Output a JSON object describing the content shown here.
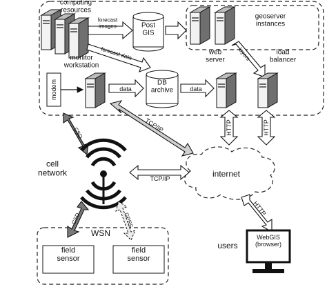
{
  "nodes": {
    "computing_resources": "computing\nresources",
    "post_gis": "Post\nGIS",
    "geoserver_instances": "geoserver\ninstances",
    "monitor_workstation": "monitor\nworkstation",
    "modem": "modem",
    "db_archive": "DB\narchive",
    "web_server": "web\nserver",
    "load_balancer": "load\nbalancer",
    "cell_network": "cell\nnetwork",
    "internet": "internet",
    "wsn": "WSN",
    "field_sensor_1": "field\nsensor",
    "field_sensor_2": "field\nsensor",
    "users": "users",
    "webgis": "WebGIS\n(browser)"
  },
  "edges": {
    "forecast_images": "forecast\nimages",
    "forecast_data": "forecast data",
    "data_1": "data",
    "data_2": "data",
    "layers": "layers",
    "http_1": "HTTP",
    "http_2": "HTTP",
    "http_3": "HTTP",
    "tcpip_1": "TCP/IP",
    "tcpip_2": "TCP/IP",
    "csd_1": "CSD",
    "csd_2": "CSD",
    "gprs": "GPRS"
  }
}
